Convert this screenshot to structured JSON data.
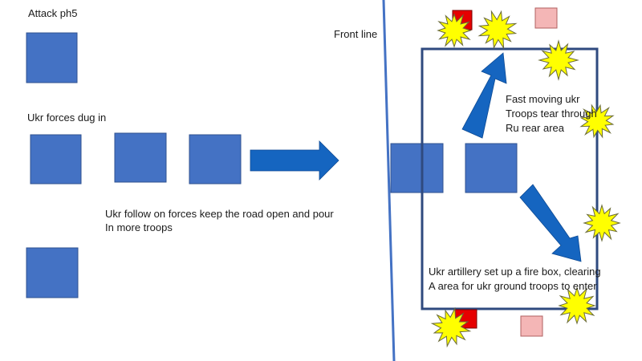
{
  "title": "Attack ph5",
  "labels": {
    "dug_in": "Ukr forces dug in",
    "front_line": "Front line",
    "follow_on": [
      "Ukr follow on forces keep the road open and pour",
      "In more troops"
    ],
    "fast_moving": [
      "Fast moving ukr",
      "Troops tear through",
      "Ru rear area"
    ],
    "fire_box": [
      "Ukr artillery set up a fire box, clearing",
      "A area for ukr ground troops to enter"
    ]
  },
  "colors": {
    "ukr_unit": "#4472c4",
    "ukr_unit_border": "#2f528f",
    "arrow": "#1565c0",
    "fire_box_border": "#2f4a7f",
    "front_line": "#4472c4",
    "ru_unit": "#e60000",
    "ru_unit_faded": "#f4b6b6",
    "explosion_fill": "#ffff00",
    "explosion_stroke": "#6b6b3a"
  },
  "icons": [
    "explosion-icon",
    "arrow-right-icon",
    "arrow-up-right-icon",
    "arrow-down-right-icon"
  ]
}
